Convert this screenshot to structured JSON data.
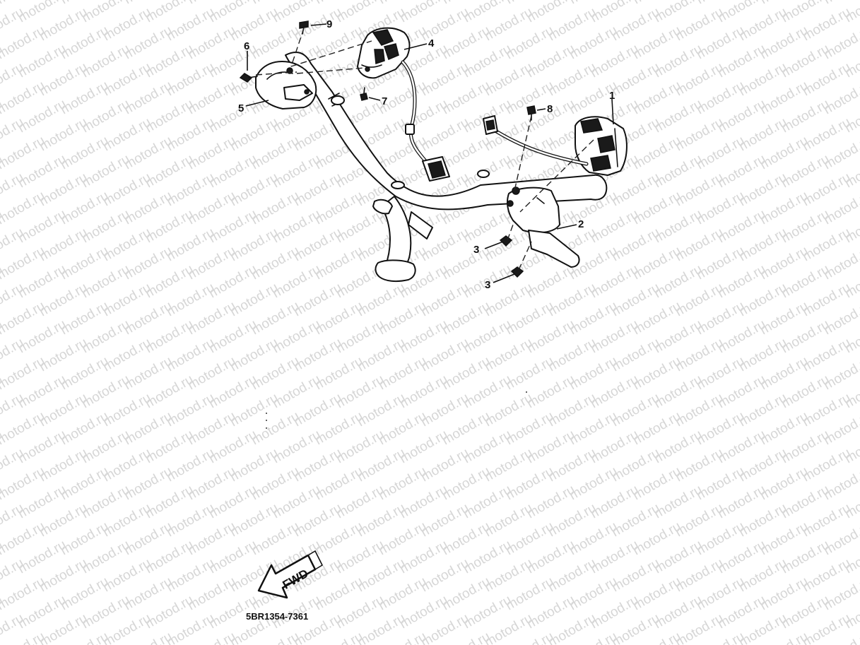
{
  "watermark": {
    "text": "motod.ru"
  },
  "callouts": {
    "c1": "1",
    "c2": "2",
    "c3a": "3",
    "c3b": "3",
    "c4": "4",
    "c5": "5",
    "c6": "6",
    "c7": "7",
    "c8": "8",
    "c9": "9"
  },
  "fwd_arrow": {
    "label": "FWD"
  },
  "diagram_code": "5BR1354-7361"
}
